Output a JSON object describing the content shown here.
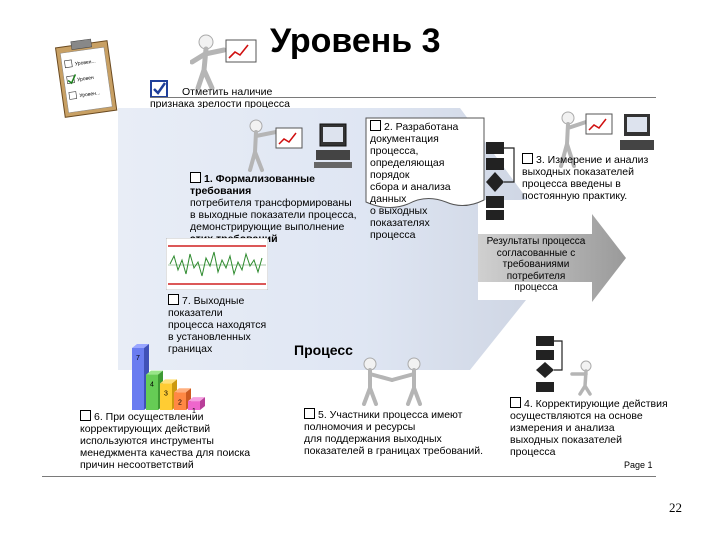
{
  "slide": {
    "title": "Уровень 3",
    "page_label": "Page 1",
    "page_number": "22"
  },
  "header": {
    "check_label_line1": "Отметить наличие",
    "check_label_line2": "признака зрелости процесса"
  },
  "clipboard": {
    "rows": [
      "Уровен...",
      "Уровен",
      "Уровен..."
    ]
  },
  "process": {
    "label": "Процесс",
    "result_line1": "Результаты процесса",
    "result_line2": "согласованные с",
    "result_line3": "требованиями потребителя",
    "result_line4": "процесса"
  },
  "items": {
    "i1": [
      "1. Формализованные требования",
      "потребителя трансформированы",
      "в выходные показатели процесса,",
      "демонстрирующие выполнение",
      "этих требований"
    ],
    "i2": [
      "2. Разработана",
      "документация процесса,",
      "определяющая порядок",
      "сбора и анализа данных",
      "о выходных показателях",
      "процесса"
    ],
    "i3": [
      "3. Измерение и анализ",
      "выходных показателей",
      "процесса введены в",
      "постоянную практику."
    ],
    "i4": [
      "4. Корректирующие действия",
      "осуществляются на основе",
      "измерения и анализа",
      "выходных показателей",
      "процесса"
    ],
    "i5": [
      "5. Участники процесса имеют",
      "полномочия и ресурсы",
      "для поддержания выходных",
      "показателей в границах требований."
    ],
    "i6": [
      "6. При осуществлении",
      "корректирующих действий",
      "используются инструменты",
      "менеджмента качества для поиска",
      "причин несоответствий"
    ],
    "i7": [
      "7. Выходные",
      "показатели",
      "процесса находятся",
      "в установленных",
      "границах"
    ]
  },
  "pareto_values": [
    7,
    4,
    3,
    2,
    1
  ],
  "colors": {
    "arrow_bg": "#dfe6f3",
    "arrow_right": "#a6a6a6",
    "limit_line": "#d02020",
    "run_line": "#2e8b2e",
    "check_blue": "#1f3f9a"
  }
}
